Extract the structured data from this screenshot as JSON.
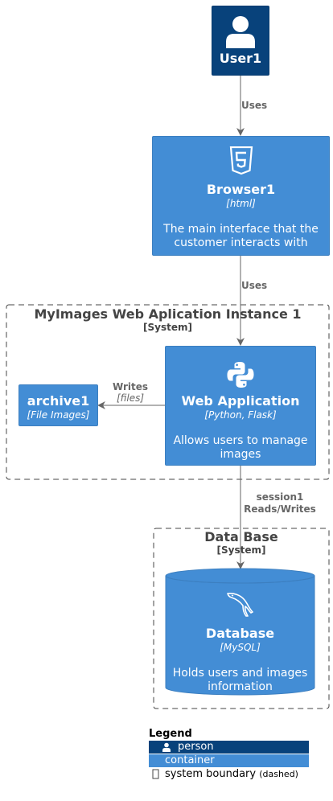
{
  "elements": {
    "user": {
      "title": "User1",
      "icon": "person-icon",
      "color": "#08427b"
    },
    "browser": {
      "title": "Browser1",
      "technology": "[html]",
      "description_lines": [
        "The main interface that the",
        "customer interacts with"
      ],
      "icon": "html5-icon",
      "color": "#438dd5"
    },
    "webapp": {
      "title": "Web Application",
      "technology": "[Python, Flask]",
      "description_lines": [
        "Allows users to manage",
        "images"
      ],
      "icon": "python-icon",
      "color": "#438dd5"
    },
    "archive": {
      "title": "archive1",
      "technology": "[File Images]",
      "color": "#438dd5"
    },
    "database": {
      "title": "Database",
      "technology": "[MySQL]",
      "description_lines": [
        "Holds users and images",
        "information"
      ],
      "icon": "mysql-dolphin-icon",
      "color": "#438dd5"
    }
  },
  "boundaries": {
    "mywebapp": {
      "title": "MyImages Web Aplication Instance 1",
      "type": "[System]"
    },
    "database": {
      "title": "Data Base",
      "type": "[System]"
    }
  },
  "relations": {
    "user_browser": {
      "label": "Uses"
    },
    "browser_webapp": {
      "label": "Uses"
    },
    "webapp_archive": {
      "label": "Writes",
      "technology": "[files]"
    },
    "webapp_database": {
      "label_lines": [
        "session1",
        "Reads/Writes"
      ]
    }
  },
  "legend": {
    "title": "Legend",
    "items": [
      {
        "label": "person",
        "color": "#08427b",
        "icon": "person-icon"
      },
      {
        "label": "container",
        "color": "#438dd5",
        "icon": ""
      },
      {
        "label": "system boundary",
        "note": "(dashed)",
        "icon": "boundary-icon"
      }
    ]
  }
}
